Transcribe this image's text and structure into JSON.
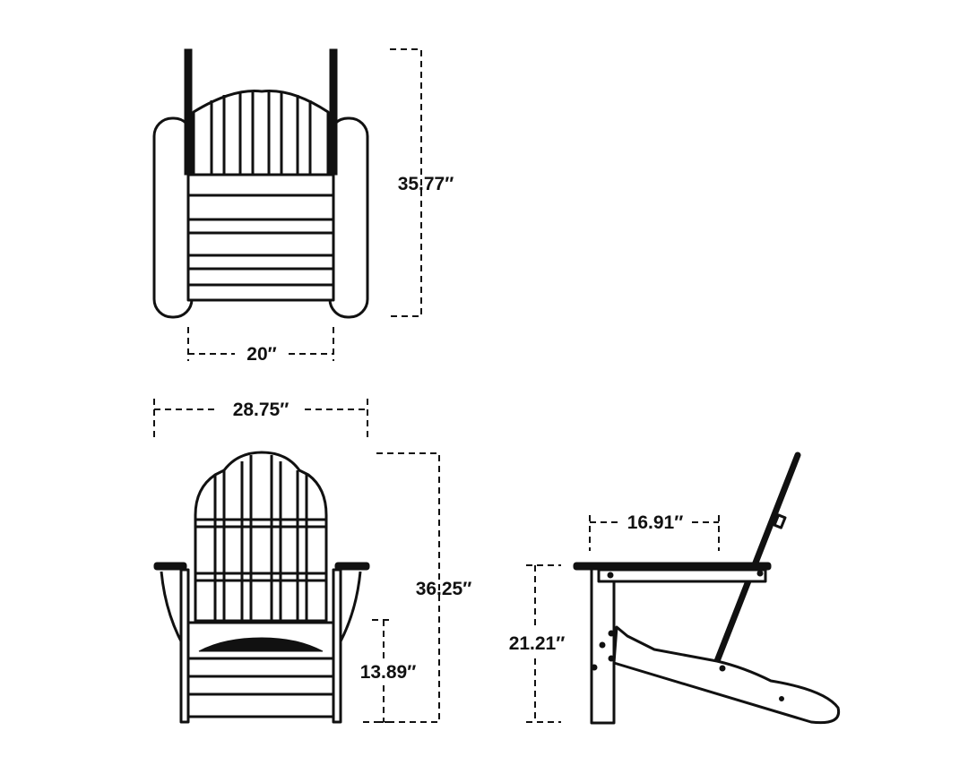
{
  "dimensions": {
    "top_depth": "35.77″",
    "top_seat_width": "20″",
    "front_width": "28.75″",
    "front_height": "36.25″",
    "seat_height": "13.89″",
    "side_seat_depth": "16.91″",
    "arm_height": "21.21″"
  },
  "colors": {
    "line": "#111111",
    "background": "#ffffff"
  }
}
